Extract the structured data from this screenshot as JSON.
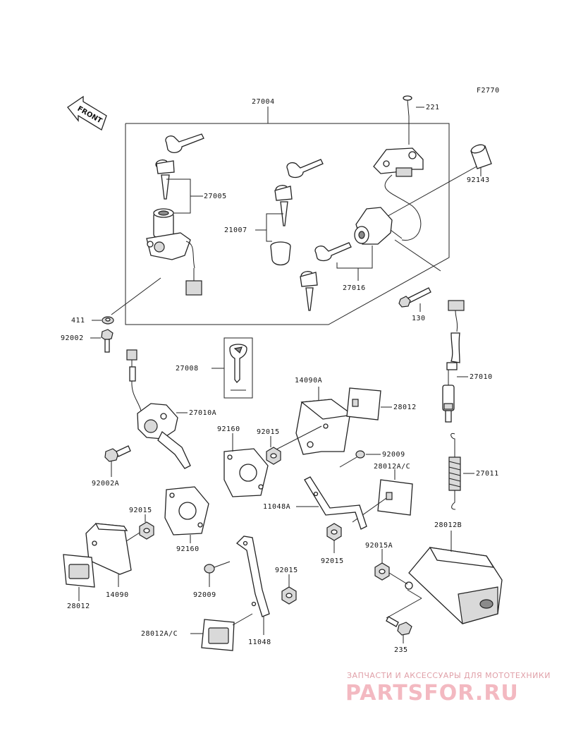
{
  "figure_id": "F2770",
  "front_label": "FRONT",
  "parts": {
    "p27004": "27004",
    "p221": "221",
    "p92143": "92143",
    "p27005": "27005",
    "p21007": "21007",
    "p27016": "27016",
    "p411": "411",
    "p130": "130",
    "p92002": "92002",
    "p27008": "27008",
    "p27010": "27010",
    "p27010A": "27010A",
    "p14090A": "14090A",
    "p28012_top": "28012",
    "p92160_a": "92160",
    "p92015_a": "92015",
    "p92009_a": "92009",
    "p28012AC_a": "28012A/C",
    "p27011": "27011",
    "p92002A": "92002A",
    "p11048A": "11048A",
    "p92015_b": "92015",
    "p92160_b": "92160",
    "p28012B": "28012B",
    "p92015_c": "92015",
    "p92015A": "92015A",
    "p28012_bl": "28012",
    "p14090": "14090",
    "p92009_b": "92009",
    "p92015_d": "92015",
    "p235": "235",
    "p28012AC_b": "28012A/C",
    "p11048": "11048"
  },
  "watermark": {
    "caption": "ЗАПЧАСТИ И АКСЕССУАРЫ ДЛЯ МОТОТЕХНИКИ",
    "site": "PARTSFOR.RU"
  }
}
